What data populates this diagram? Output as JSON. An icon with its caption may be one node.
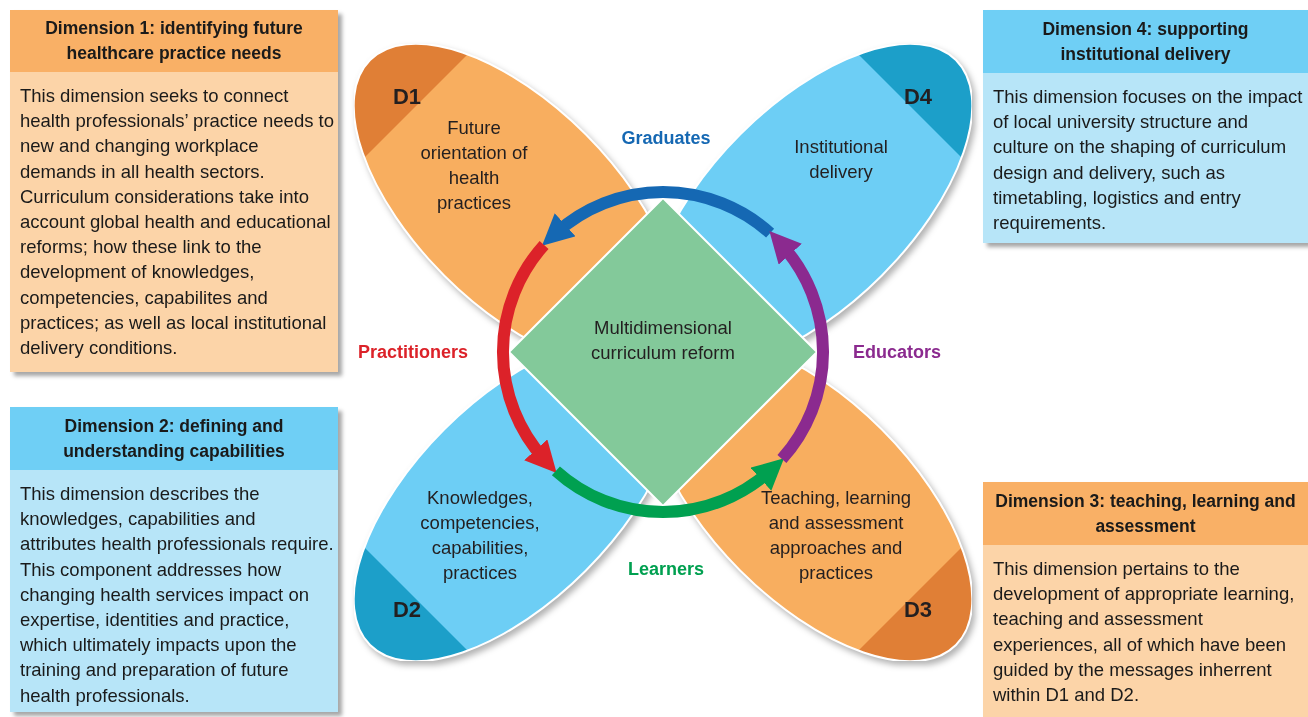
{
  "diagram": {
    "nodes": [
      {
        "text": [
          "Dimension 1: identifying future healthcare practice needs",
          "This dimension seeks to connect health professionals’ practice needs to new and changing workplace demands in all health sectors. Curriculum considerations take into account global health and educational reforms; how these link to the development of knowledges, competencies, capabilites and practices; as well as local institutional delivery conditions."
        ]
      },
      {
        "text": [
          "Dimension 2: defining and understanding capabilities",
          "This dimension describes the knowledges, capabilities and attributes health professionals require. This component addresses how changing health services impact on expertise, identities and practice, which ultimately impacts upon the training and preparation of future health professionals."
        ]
      },
      {
        "text": [
          "Dimension 3: teaching, learning and assessment",
          "This dimension pertains to the development of appropriate learning, teaching and assessment experiences, all of which have been guided by the messages inherrent within D1 and D2."
        ]
      },
      {
        "text": [
          "Dimension 4: supporting institutional delivery",
          "This dimension focuses on the impact of local university structure and culture on the shaping of curriculum design and delivery, such as timetabling, logistics and entry requirements."
        ]
      },
      {
        "text": [
          "D1",
          "Future orientation of health practices"
        ]
      },
      {
        "text": [
          "D4",
          "Institutional delivery"
        ]
      },
      {
        "text": [
          "Knowledges, competencies, capabilities, practices",
          "D2"
        ]
      },
      {
        "text": [
          "Teaching, learning and assessment approaches and practices",
          "D3"
        ]
      },
      {
        "text": [
          "Multidimensional curriculum reform"
        ]
      }
    ],
    "edges": [
      {
        "from": 5,
        "to": 4,
        "arrow": "to",
        "label": "Graduates",
        "color": "#1568b3"
      },
      {
        "from": 4,
        "to": 6,
        "arrow": "to",
        "label": "Practitioners",
        "color": "#dc2229"
      },
      {
        "from": 6,
        "to": 7,
        "arrow": "to",
        "label": "Learners",
        "color": "#00a050"
      },
      {
        "from": 7,
        "to": 5,
        "arrow": "to",
        "label": "Educators",
        "color": "#8b2a8f"
      }
    ]
  }
}
